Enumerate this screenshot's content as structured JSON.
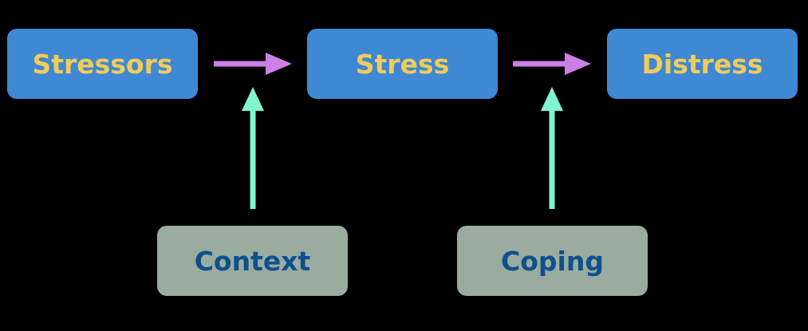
{
  "diagram": {
    "nodes": {
      "stressors": "Stressors",
      "stress": "Stress",
      "distress": "Distress",
      "context": "Context",
      "coping": "Coping"
    },
    "colors": {
      "background": "#000000",
      "main_box": "#3f88d4",
      "main_text": "#f2cc5a",
      "moderator_box": "#9aaca0",
      "moderator_text": "#0f4f8c",
      "horizontal_arrow": "#cc7fe6",
      "vertical_arrow": "#7ff5cf"
    }
  }
}
